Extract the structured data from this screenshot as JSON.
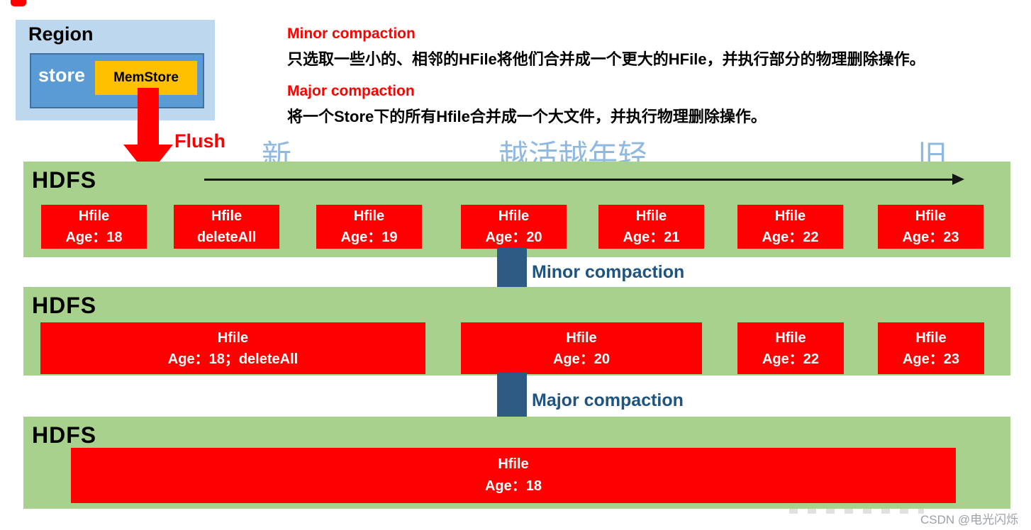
{
  "palette": {
    "band_green": "#A9D18E",
    "hfile_red": "#FF0000",
    "region_light_blue": "#BDD7EE",
    "store_blue": "#5B9BD5",
    "store_border_blue": "#41719C",
    "memstore_yellow": "#FFC000",
    "transition_blue": "#2E5B84",
    "transition_text_blue": "#1F5380",
    "timeline_label_blue": "#8FB9E0",
    "note_title_red": "#FF0000"
  },
  "region_panel": {
    "title": "Region",
    "store_label": "store",
    "memstore_label": "MemStore",
    "flush_label": "Flush"
  },
  "compaction_notes": {
    "minor_title": "Minor compaction",
    "minor_desc": "只选取一些小的、相邻的HFile将他们合并成一个更大的HFile，并执行部分的物理删除操作。",
    "major_title": "Major compaction",
    "major_desc": "将一个Store下的所有Hfile合并成一个大文件，并执行物理删除操作。"
  },
  "timeline": {
    "new_label": "新",
    "mid_label": "越活越年轻",
    "old_label": "旧"
  },
  "bands": [
    {
      "label": "HDFS",
      "files": [
        [
          "Hfile",
          "Age：18"
        ],
        [
          "Hfile",
          "deleteAll"
        ],
        [
          "Hfile",
          "Age：19"
        ],
        [
          "Hfile",
          "Age：20"
        ],
        [
          "Hfile",
          "Age：21"
        ],
        [
          "Hfile",
          "Age：22"
        ],
        [
          "Hfile",
          "Age：23"
        ]
      ]
    },
    {
      "label": "HDFS",
      "files": [
        [
          "Hfile",
          "Age：18；deleteAll"
        ],
        [
          "Hfile",
          "Age：20"
        ],
        [
          "Hfile",
          "Age：22"
        ],
        [
          "Hfile",
          "Age：23"
        ]
      ]
    },
    {
      "label": "HDFS",
      "files": [
        [
          "Hfile",
          "Age：18"
        ]
      ]
    }
  ],
  "transitions": [
    "Minor compaction",
    "Major compaction"
  ],
  "watermark": "CSDN @电光闪烁"
}
